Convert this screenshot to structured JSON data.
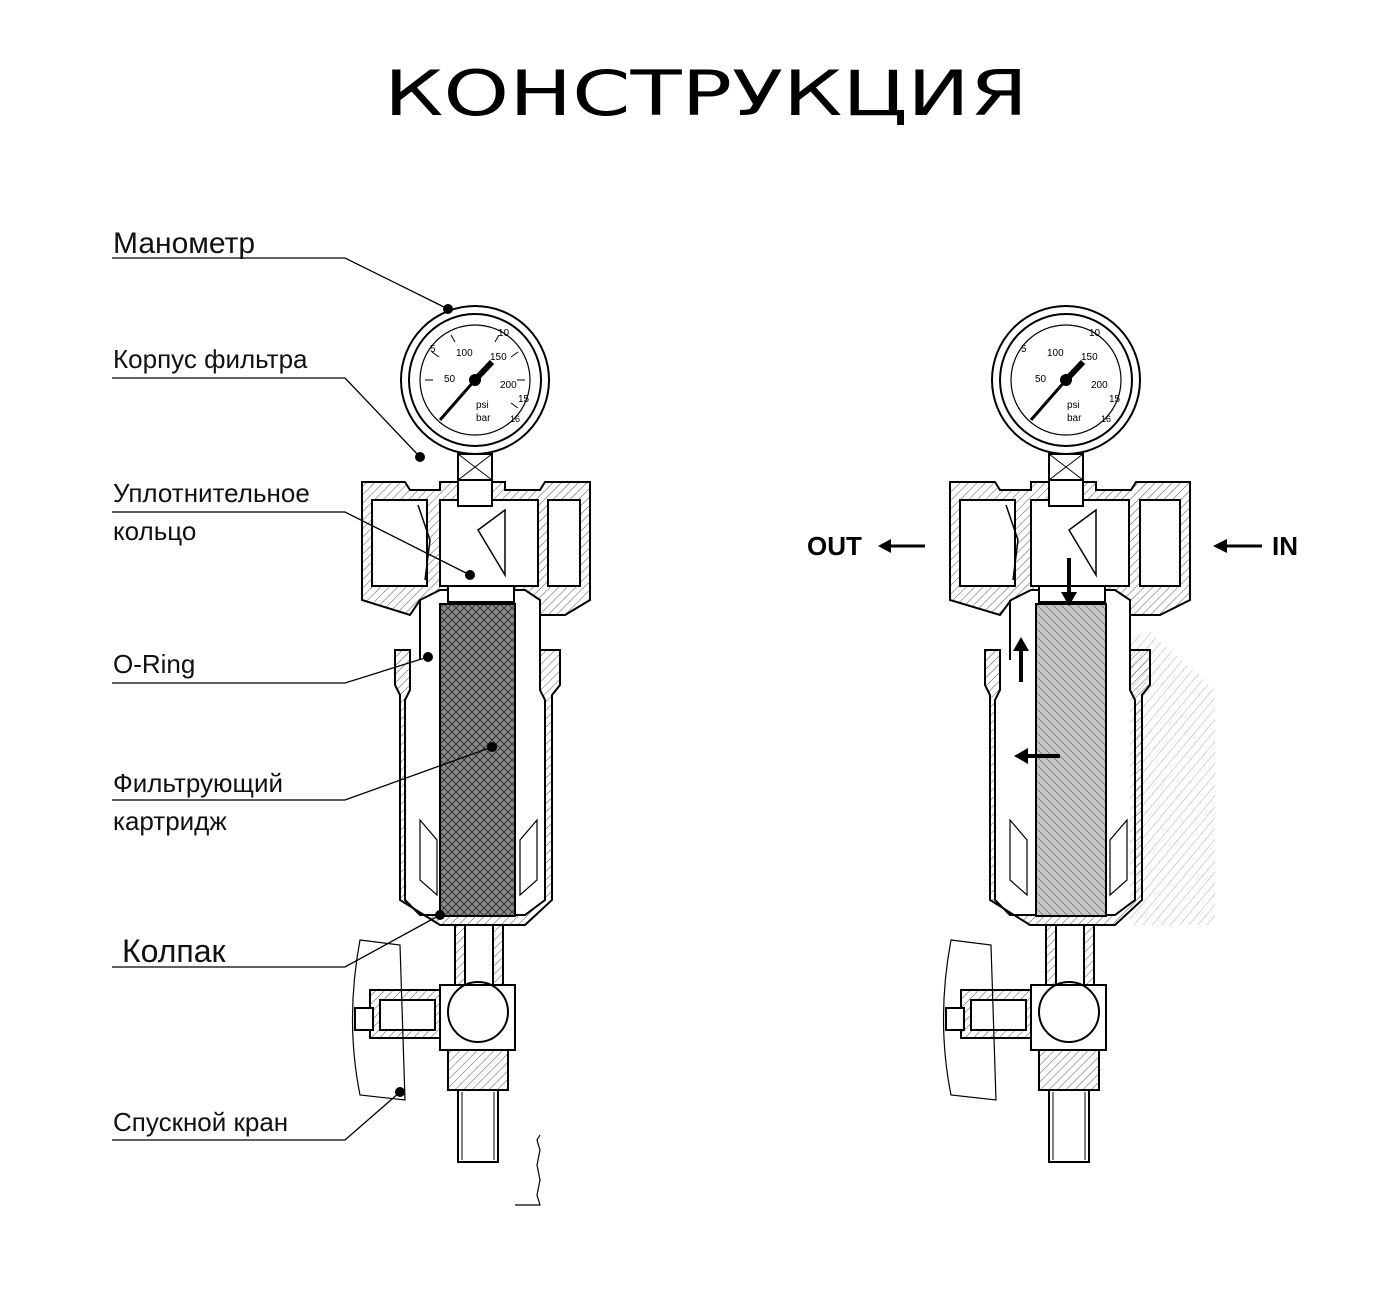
{
  "title": "КОНСТРУКЦИЯ",
  "labels": {
    "manometer": "Манометр",
    "housing": "Корпус фильтра",
    "seal_line1": "Уплотнительное",
    "seal_line2": "кольцо",
    "oring": "O-Ring",
    "cartridge_line1": "Фильтрующий",
    "cartridge_line2": "картридж",
    "bowl": "Колпак",
    "drain": "Спускной кран"
  },
  "flow": {
    "out": "OUT",
    "in": "IN"
  },
  "gauge": {
    "psi_marks": [
      "50",
      "100",
      "150",
      "200"
    ],
    "bar_marks": [
      "5",
      "10",
      "15",
      "16"
    ],
    "unit_psi": "psi",
    "unit_bar": "bar"
  },
  "colors": {
    "ink": "#000000",
    "cartridge": "#6b6b6b",
    "hatch": "#555555"
  }
}
